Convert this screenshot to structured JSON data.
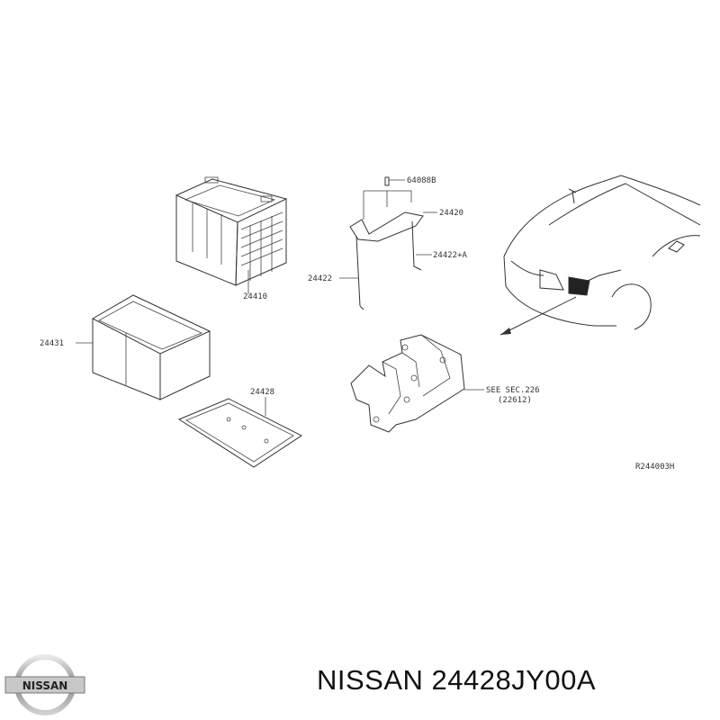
{
  "diagram": {
    "part_labels": {
      "battery": "24410",
      "battery_case": "24431",
      "tray": "24428",
      "nut": "64088B",
      "frame": "24420",
      "rod_a": "24422+A",
      "rod": "24422",
      "see_sec": "SEE SEC.226",
      "see_sec_ref": "(22612)",
      "drawing_code": "R244003H"
    }
  },
  "caption": {
    "text": "NISSAN 24428JY00A"
  },
  "logo": {
    "text": "NISSAN"
  },
  "colors": {
    "line": "#333333",
    "text": "#111111",
    "background": "#ffffff"
  }
}
